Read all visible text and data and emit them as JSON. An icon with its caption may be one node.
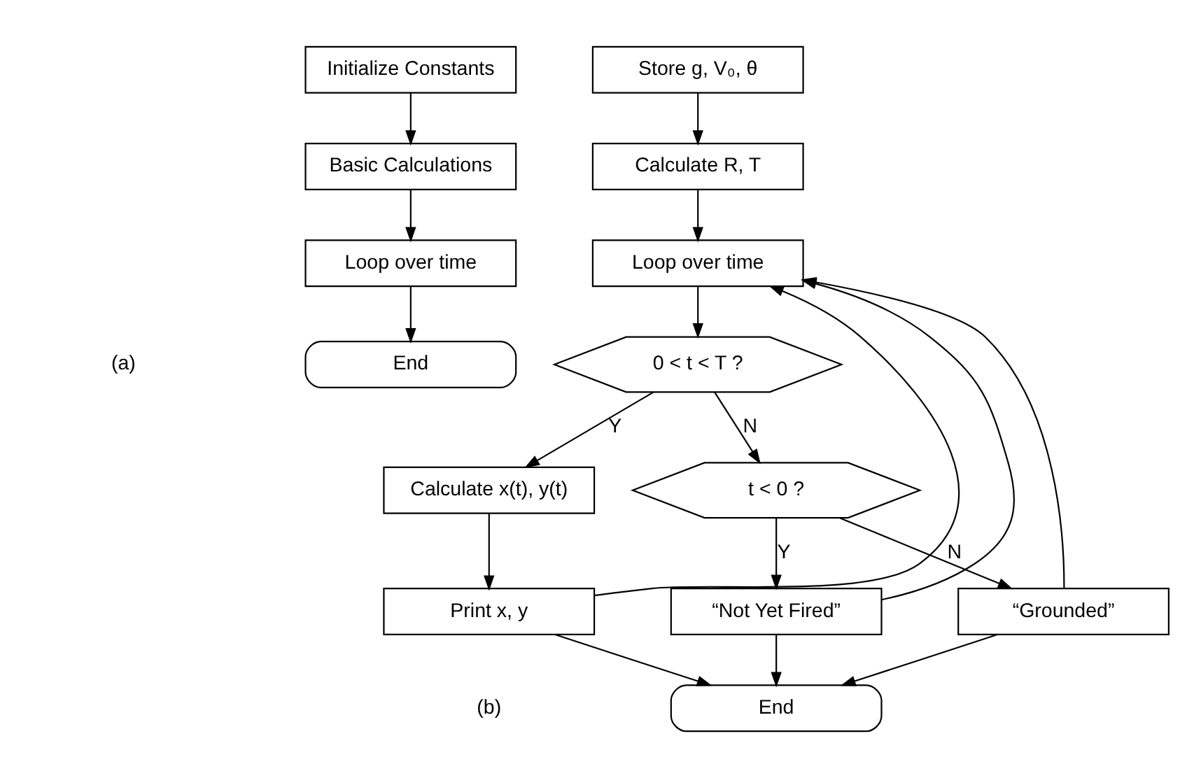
{
  "diagram": {
    "nodes": [
      {
        "text": [
          "Initialize Constants"
        ]
      },
      {
        "text": [
          "Basic Calculations"
        ]
      },
      {
        "text": [
          "Loop over time"
        ]
      },
      {
        "text": [
          "End"
        ]
      },
      {
        "text": [
          "Store g, V₀, θ"
        ]
      },
      {
        "text": [
          "Calculate R, T"
        ]
      },
      {
        "text": [
          "Loop over time"
        ]
      },
      {
        "text": [
          "0 < t < T ?"
        ]
      },
      {
        "text": [
          "Calculate x(t), y(t)"
        ]
      },
      {
        "text": [
          "t < 0 ?"
        ]
      },
      {
        "text": [
          "Print x, y"
        ]
      },
      {
        "text": [
          "“Not Yet Fired”"
        ]
      },
      {
        "text": [
          "“Grounded”"
        ]
      },
      {
        "text": [
          "End"
        ]
      }
    ],
    "edges": [
      {
        "from": 0,
        "to": 1,
        "arrow": "to"
      },
      {
        "from": 1,
        "to": 2,
        "arrow": "to"
      },
      {
        "from": 2,
        "to": 3,
        "arrow": "to"
      },
      {
        "from": 4,
        "to": 5,
        "arrow": "to"
      },
      {
        "from": 5,
        "to": 6,
        "arrow": "to"
      },
      {
        "from": 6,
        "to": 7,
        "arrow": "to"
      },
      {
        "from": 7,
        "to": 8,
        "arrow": "to",
        "label": "Y"
      },
      {
        "from": 7,
        "to": 9,
        "arrow": "to",
        "label": "N"
      },
      {
        "from": 8,
        "to": 10,
        "arrow": "to"
      },
      {
        "from": 9,
        "to": 11,
        "arrow": "to",
        "label": "Y"
      },
      {
        "from": 9,
        "to": 12,
        "arrow": "to",
        "label": "N"
      },
      {
        "from": 10,
        "to": 6,
        "arrow": "to"
      },
      {
        "from": 11,
        "to": 6,
        "arrow": "to"
      },
      {
        "from": 12,
        "to": 6,
        "arrow": "to"
      },
      {
        "from": 10,
        "to": 13,
        "arrow": "to"
      },
      {
        "from": 11,
        "to": 13,
        "arrow": "to"
      },
      {
        "from": 12,
        "to": 13,
        "arrow": "to"
      }
    ],
    "labels": [
      "(a)",
      "(b)"
    ]
  }
}
